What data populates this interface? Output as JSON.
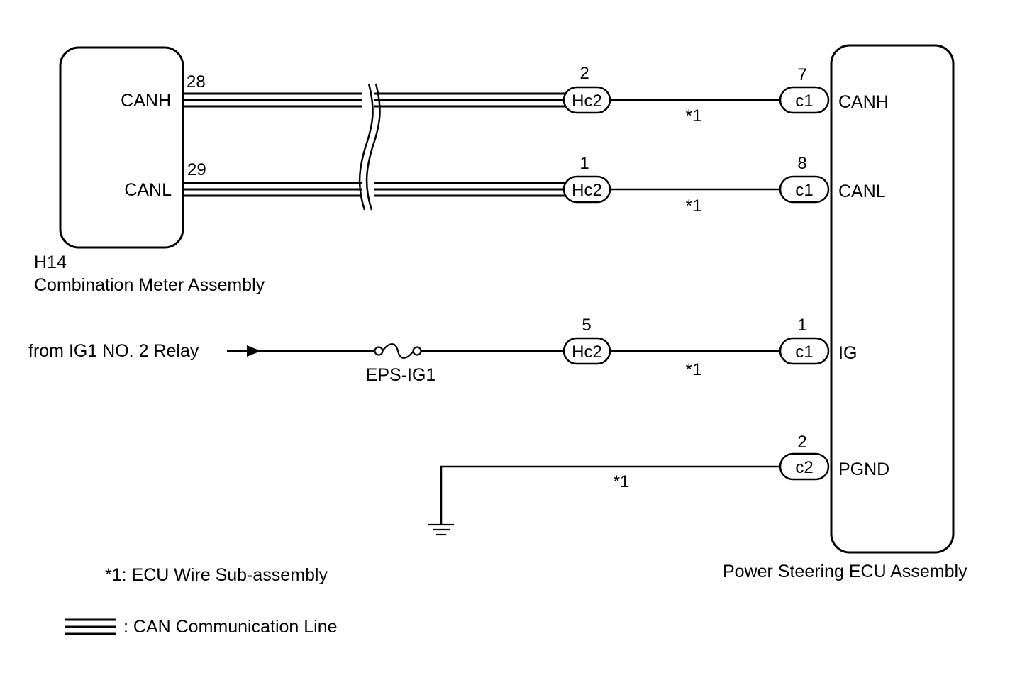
{
  "meter": {
    "code": "H14",
    "name": "Combination Meter Assembly",
    "pins": [
      {
        "pin": "28",
        "signal": "CANH"
      },
      {
        "pin": "29",
        "signal": "CANL"
      }
    ]
  },
  "ecu": {
    "name": "Power Steering ECU Assembly",
    "pins": [
      {
        "pin": "7",
        "connector": "c1",
        "signal": "CANH"
      },
      {
        "pin": "8",
        "connector": "c1",
        "signal": "CANL"
      },
      {
        "pin": "1",
        "connector": "c1",
        "signal": "IG"
      },
      {
        "pin": "2",
        "connector": "c2",
        "signal": "PGND"
      }
    ]
  },
  "junctions": [
    {
      "pin": "2",
      "connector": "Hc2",
      "note": "*1"
    },
    {
      "pin": "1",
      "connector": "Hc2",
      "note": "*1"
    },
    {
      "pin": "5",
      "connector": "Hc2",
      "note": "*1"
    }
  ],
  "ground_note": "*1",
  "source": {
    "label": "from IG1 NO. 2 Relay"
  },
  "fuse": {
    "label": "EPS-IG1"
  },
  "legend": {
    "note": "*1: ECU Wire Sub-assembly",
    "can_line": ": CAN Communication Line"
  }
}
